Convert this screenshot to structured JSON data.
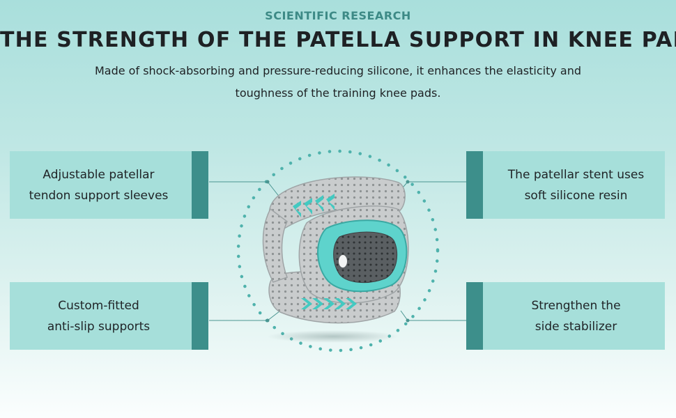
{
  "header": {
    "eyebrow": "SCIENTIFIC RESEARCH",
    "title": "THE STRENGTH OF THE PATELLA SUPPORT IN KNEE PADS",
    "subtitle": "Made of shock-absorbing and pressure-reducing silicone, it enhances the elasticity and toughness of the training knee pads."
  },
  "features": {
    "top_left": "Adjustable patellar\ntendon support sleeves",
    "bottom_left": "Custom-fitted\nanti-slip supports",
    "top_right": "The patellar stent uses\nsoft silicone resin",
    "bottom_right": "Strengthen the\nside stabilizer"
  },
  "colors": {
    "accent": "#3d8f8b",
    "card": "#a6dfda",
    "silicone": "#5ed3cc",
    "fabric": "#c9cccd"
  },
  "product": {
    "image": "knee-pad-product-icon"
  }
}
